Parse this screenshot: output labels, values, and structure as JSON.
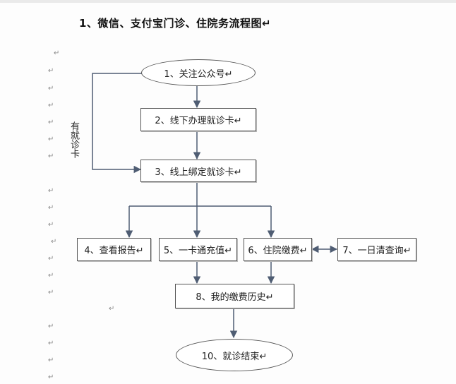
{
  "title": "1、微信、支付宝门诊、住院务流程图↵",
  "para_mark": "↵",
  "side_label": "有就诊卡",
  "nodes": {
    "n1": "1、关注公众号↵",
    "n2": "2、线下办理就诊卡↵",
    "n3": "3、线上绑定就诊卡↵",
    "n4": "4、查看报告↵",
    "n5": "5、一卡通充值↵",
    "n6": "6、住院缴费↵",
    "n7": "7、一日清查询↵",
    "n8": "8、我的缴费历史↵",
    "n10": "10、就诊结束↵"
  },
  "colors": {
    "arrow": "#4f5d73",
    "border": "#555555"
  }
}
